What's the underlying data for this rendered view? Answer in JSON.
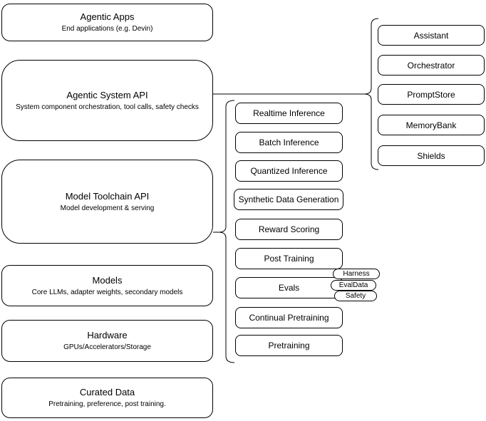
{
  "diagram": {
    "background": "#ffffff",
    "stroke_color": "#000000",
    "text_color": "#000000"
  },
  "stack": {
    "agentic_apps": {
      "title": "Agentic Apps",
      "subtitle": "End applications (e.g. Devin)"
    },
    "agentic_system_api": {
      "title": "Agentic System API",
      "subtitle": "System component orchestration, tool calls, safety checks"
    },
    "model_toolchain_api": {
      "title": "Model Toolchain API",
      "subtitle": "Model development & serving"
    },
    "models": {
      "title": "Models",
      "subtitle": "Core LLMs, adapter weights, secondary models"
    },
    "hardware": {
      "title": "Hardware",
      "subtitle": "GPUs/Accelerators/Storage"
    },
    "curated_data": {
      "title": "Curated Data",
      "subtitle": "Pretraining, preference, post training."
    }
  },
  "toolchain_components": [
    "Realtime Inference",
    "Batch Inference",
    "Quantized Inference",
    "Synthetic Data Generation",
    "Reward Scoring",
    "Post Training",
    "Evals",
    "Continual Pretraining",
    "Pretraining"
  ],
  "eval_tags": [
    "Harness",
    "EvalData",
    "Safety"
  ],
  "system_components": [
    "Assistant",
    "Orchestrator",
    "PromptStore",
    "MemoryBank",
    "Shields"
  ]
}
